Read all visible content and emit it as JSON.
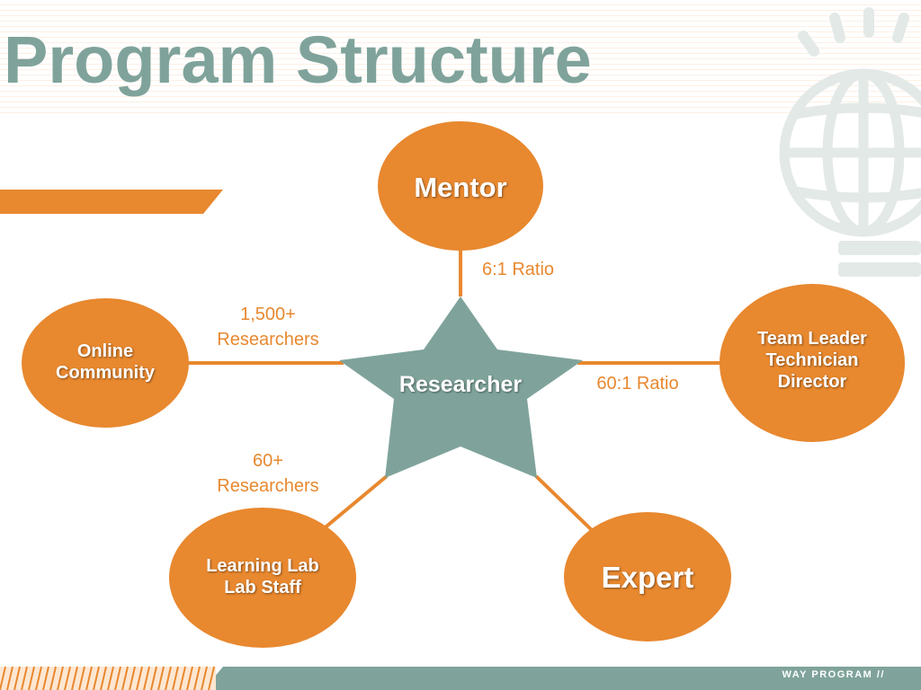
{
  "slide": {
    "title": "Program Structure",
    "footer": "WAY PROGRAM //"
  },
  "diagram": {
    "center": {
      "label": "Researcher"
    },
    "nodes": {
      "mentor": {
        "label": "Mentor"
      },
      "team_leader": {
        "lines": [
          "Team Leader",
          "Technician",
          "Director"
        ]
      },
      "expert": {
        "label": "Expert"
      },
      "learning_lab": {
        "lines": [
          "Learning Lab",
          "Lab Staff"
        ]
      },
      "online_community": {
        "lines": [
          "Online",
          "Community"
        ]
      }
    },
    "edge_labels": {
      "mentor_ratio": "6:1 Ratio",
      "team_leader_ratio": "60:1 Ratio",
      "online_count": "1,500+",
      "online_unit": "Researchers",
      "lab_count": "60+",
      "lab_unit": "Researchers"
    }
  },
  "colors": {
    "orange": "#e8882f",
    "teal": "#7fa39b",
    "light_gray": "#e8ecea"
  }
}
